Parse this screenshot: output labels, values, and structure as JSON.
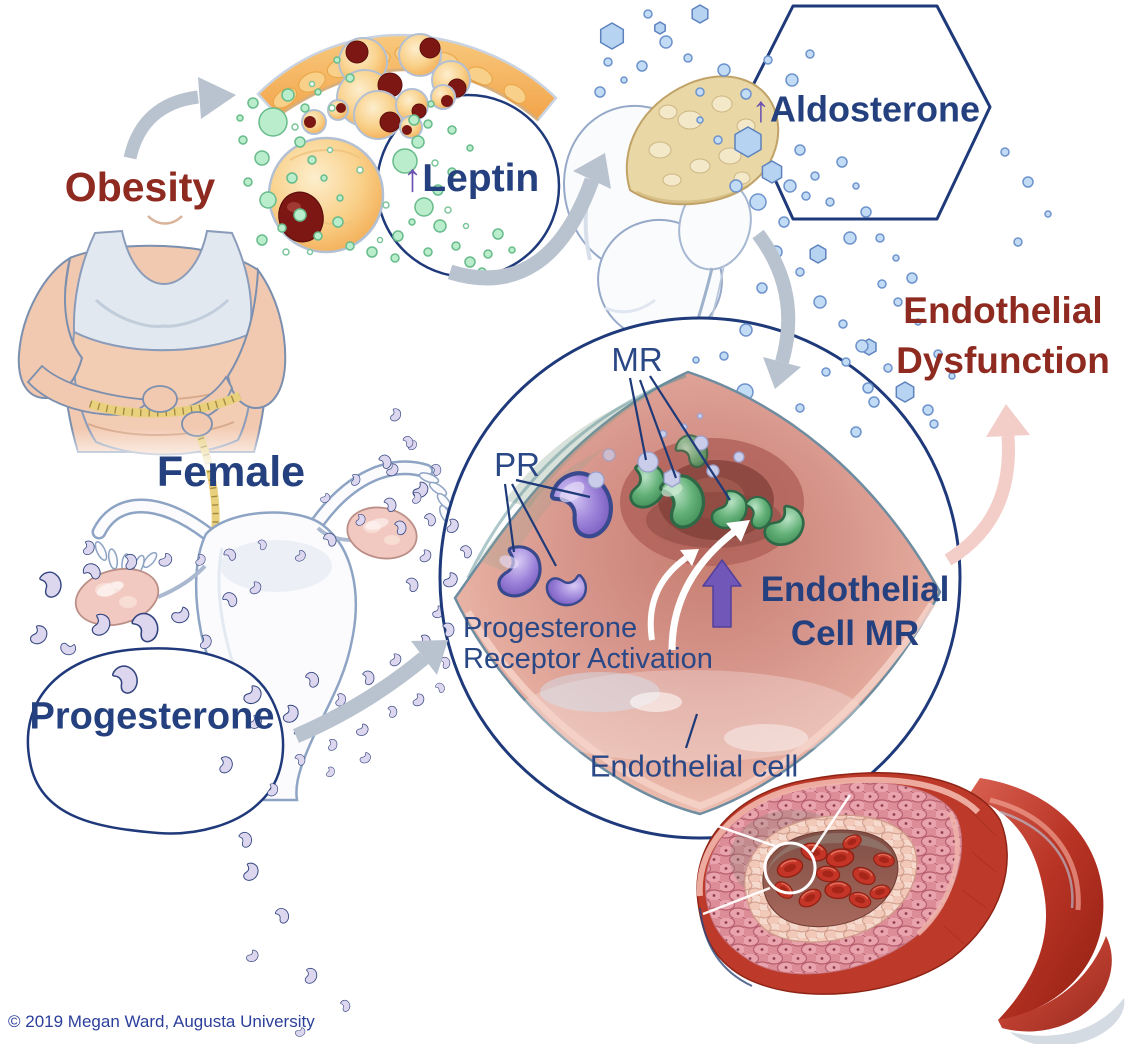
{
  "labels": {
    "obesity": "Obesity",
    "leptin_arrow": "↑",
    "leptin_text": "Leptin",
    "aldosterone_arrow": "↑",
    "aldosterone_text": "Aldosterone",
    "female": "Female",
    "progesterone": "Progesterone",
    "endothelial_dysfunction_line1": "Endothelial",
    "endothelial_dysfunction_line2": "Dysfunction",
    "mr": "MR",
    "pr": "PR",
    "pra_line1": "Progesterone",
    "pra_line2": "Receptor Activation",
    "ecmr_line1": "Endothelial",
    "ecmr_line2": "Cell MR",
    "endothelial_cell": "Endothelial cell",
    "copyright": "© 2019 Megan Ward, Augusta University"
  },
  "icons": {
    "leptin_increase": "up-arrow",
    "aldosterone_increase": "up-arrow",
    "endothelial_cell_mr_increase": "up-arrow",
    "flow_arrows": "curved-gray-arrow",
    "dysfunction_arrow": "curved-pink-arrow"
  },
  "colors": {
    "heading_red": "#8e2a1f",
    "heading_navy": "#24407e",
    "label_navy": "#2b4886",
    "arrow_purple": "#6b51b2",
    "outline_navy": "#1f3a7a",
    "flow_arrow_gray": "#b9c2cf",
    "dysfunction_arrow_pink": "#f3cdc8",
    "leptin_molecule_green": "#b9edcb",
    "aldosterone_molecule_blue": "#c2dcf6",
    "progesterone_molecule_lavender": "#ddd6ef",
    "mr_receptor_green": "#62b077",
    "pr_receptor_purple": "#9d82d9",
    "endothelial_cell_pink": "#e5ad9f",
    "vessel_red": "#bd3a2a"
  }
}
